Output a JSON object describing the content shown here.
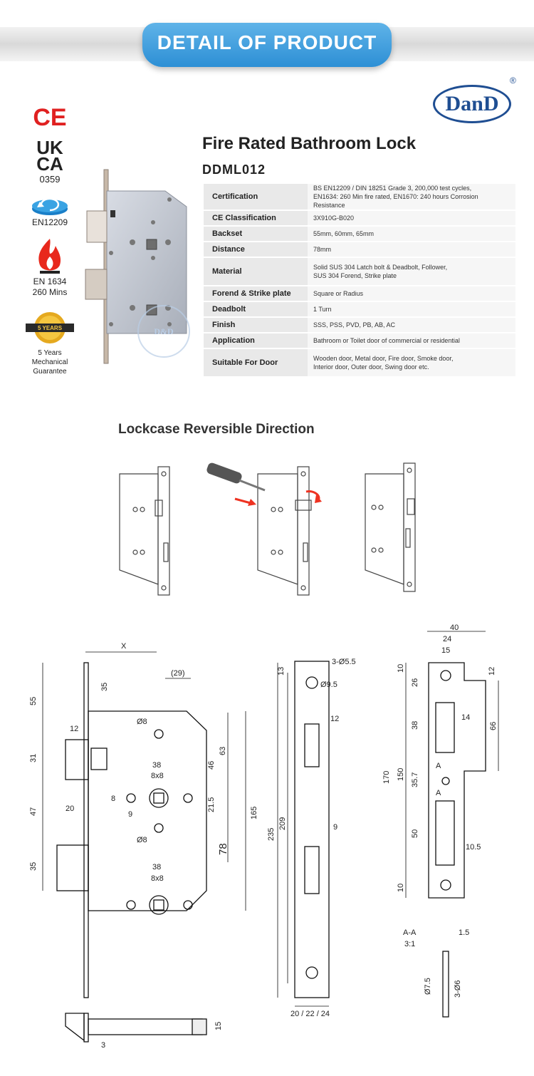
{
  "banner": {
    "title": "DETAIL OF PRODUCT"
  },
  "logo": {
    "text": "DanD",
    "registered": "®"
  },
  "certs": {
    "ce": "CE",
    "ukca_top": "UK",
    "ukca_bottom": "CA",
    "ukca_number": "0359",
    "en12209": "EN12209",
    "fire_line1": "EN 1634",
    "fire_line2": "260 Mins",
    "warranty_line1": "5 Years",
    "warranty_line2": "Mechanical",
    "warranty_line3": "Guarantee"
  },
  "product": {
    "title": "Fire Rated Bathroom Lock",
    "code": "DDML012"
  },
  "specs": [
    {
      "key": "Certification",
      "value": "BS EN12209 / DIN 18251 Grade 3, 200,000 test cycles,",
      "value2": "EN1634: 260 Min fire rated, EN1670: 240 hours Corrosion Resistance"
    },
    {
      "key": "CE Classification",
      "value": "3X910G-B020",
      "value2": ""
    },
    {
      "key": "Backset",
      "value": "55mm, 60mm, 65mm",
      "value2": ""
    },
    {
      "key": "Distance",
      "value": "78mm",
      "value2": ""
    },
    {
      "key": "Material",
      "value": "Solid SUS 304 Latch bolt & Deadbolt, Follower,",
      "value2": "SUS 304 Forend, Strike plate"
    },
    {
      "key": "Forend & Strike plate",
      "value": "Square or Radius",
      "value2": ""
    },
    {
      "key": "Deadbolt",
      "value": "1 Turn",
      "value2": ""
    },
    {
      "key": "Finish",
      "value": "SSS, PSS, PVD, PB, AB, AC",
      "value2": ""
    },
    {
      "key": "Application",
      "value": "Bathroom or Toilet door of commercial or residential",
      "value2": ""
    },
    {
      "key": "Suitable For Door",
      "value": "Wooden door, Metal door, Fire door, Smoke door,",
      "value2": "Interior door, Outer door, Swing door etc."
    }
  ],
  "reversible": {
    "title": "Lockcase Reversible Direction"
  },
  "drawing": {
    "x": "X",
    "d29": "(29)",
    "d55": "55",
    "d35a": "35",
    "d12": "12",
    "d31": "31",
    "o8a": "Ø8",
    "d38a": "38",
    "d8x8a": "8x8",
    "d8": "8",
    "d9": "9",
    "d47": "47",
    "d20": "20",
    "o8b": "Ø8",
    "d35b": "35",
    "d38b": "38",
    "d8x8b": "8x8",
    "d46": "46",
    "d63": "63",
    "d21_5": "21.5",
    "d78": "78",
    "d165": "165",
    "d235": "235",
    "d209": "209",
    "d13": "13",
    "d3o55": "3-Ø5.5",
    "o95": "Ø9.5",
    "d12f": "12",
    "d9f": "9",
    "d20_22_24": "20 / 22 / 24",
    "d15": "15",
    "d3": "3",
    "d40": "40",
    "d24": "24",
    "d15s": "15",
    "d10a": "10",
    "d12s": "12",
    "d26": "26",
    "d14": "14",
    "d38s": "38",
    "d66": "66",
    "d170": "170",
    "d150": "150",
    "d35_7": "35.7",
    "a1": "A",
    "a2": "A",
    "d50": "50",
    "d10_5": "10.5",
    "d10b": "10",
    "aa": "A-A",
    "scale": "3:1",
    "d1_5": "1.5",
    "o7_5": "Ø7.5",
    "d3o6": "3-Ø6"
  }
}
